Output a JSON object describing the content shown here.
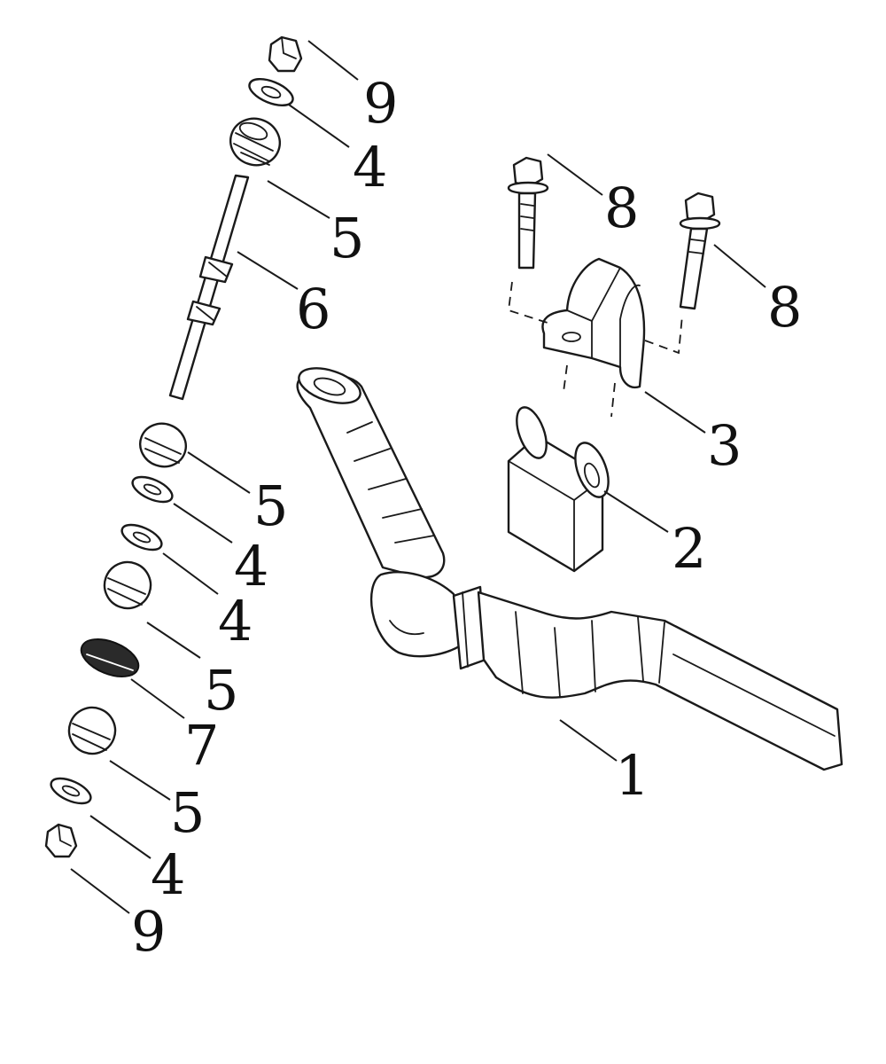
{
  "callouts": [
    {
      "label": "9"
    },
    {
      "label": "4"
    },
    {
      "label": "5"
    },
    {
      "label": "6"
    },
    {
      "label": "8"
    },
    {
      "label": "8"
    },
    {
      "label": "3"
    },
    {
      "label": "5"
    },
    {
      "label": "2"
    },
    {
      "label": "4"
    },
    {
      "label": "4"
    },
    {
      "label": "5"
    },
    {
      "label": "7"
    },
    {
      "label": "1"
    },
    {
      "label": "5"
    },
    {
      "label": "4"
    },
    {
      "label": "9"
    }
  ],
  "colors": {
    "line": "#1a1a1a",
    "background": "#ffffff"
  }
}
